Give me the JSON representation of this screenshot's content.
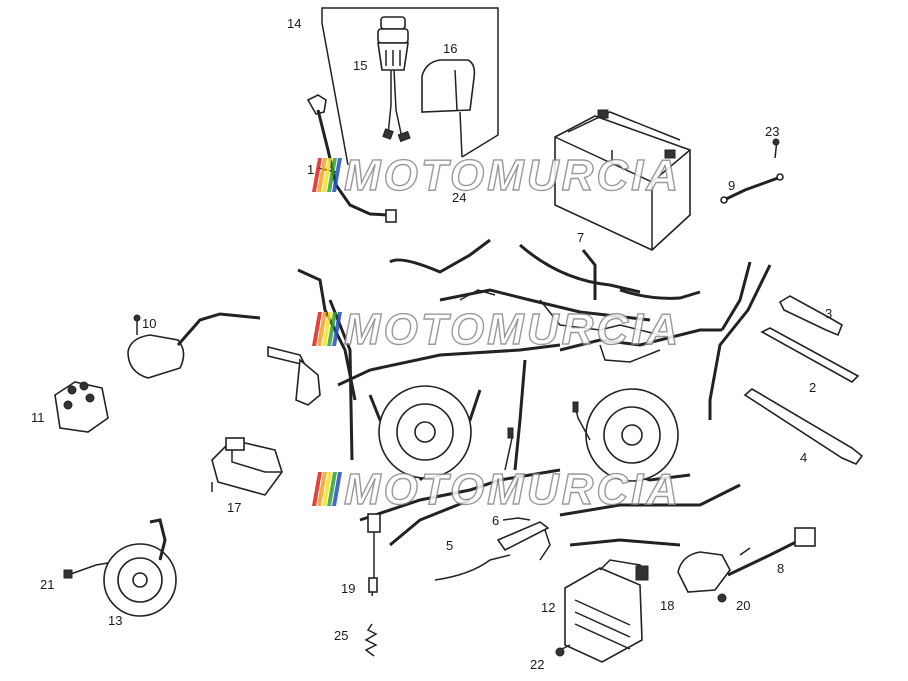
{
  "labels": {
    "l1": "1",
    "l2": "2",
    "l3": "3",
    "l4": "4",
    "l5": "5",
    "l6": "6",
    "l7": "7",
    "l8": "8",
    "l9": "9",
    "l10": "10",
    "l11": "11",
    "l12": "12",
    "l13": "13",
    "l14": "14",
    "l15": "15",
    "l16": "16",
    "l17": "17",
    "l18": "18",
    "l19": "19",
    "l20": "20",
    "l21": "21",
    "l22": "22",
    "l23": "23",
    "l24": "24",
    "l25": "25"
  },
  "watermark": {
    "text": "MOTOMURCIA",
    "stripe_colors": [
      "#e02020",
      "#f0a020",
      "#f5e020",
      "#30a030",
      "#2050c0"
    ]
  }
}
